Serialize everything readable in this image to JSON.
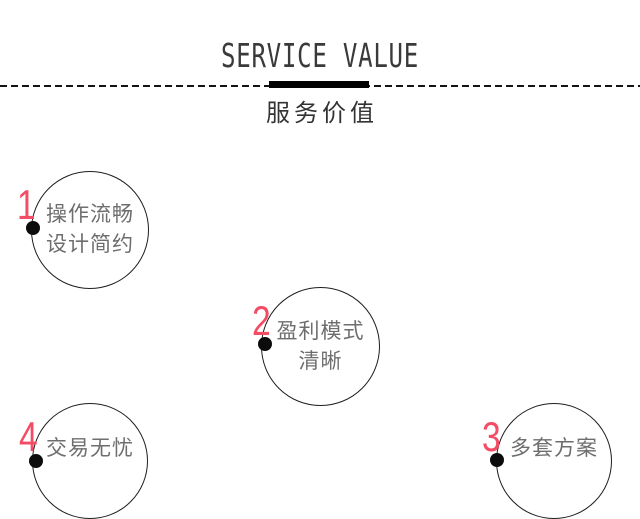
{
  "header": {
    "title": "SERVICE VALUE",
    "subtitle": "服务价值"
  },
  "items": [
    {
      "number": "1",
      "lines": [
        "操作流畅",
        "设计简约"
      ]
    },
    {
      "number": "2",
      "lines": [
        "盈利模式",
        "清晰"
      ]
    },
    {
      "number": "3",
      "lines": [
        "多套方案"
      ]
    },
    {
      "number": "4",
      "lines": [
        "交易无忧"
      ]
    }
  ],
  "colors": {
    "accent_number": "#f54c66",
    "circle_text": "#6e6e6e",
    "heading_text": "#3a3a3a",
    "divider": "#141414",
    "dot": "#0c0c0c",
    "background": "#ffffff"
  }
}
